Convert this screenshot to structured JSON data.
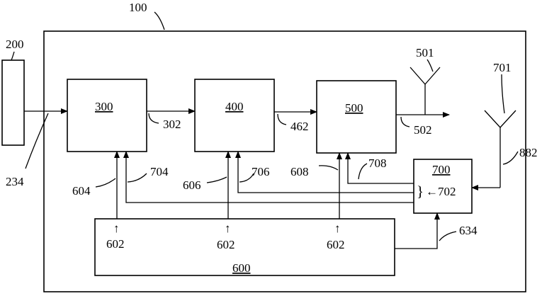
{
  "diagram": {
    "labels": {
      "system": "100",
      "external_device": "200",
      "block_a": "300",
      "block_b": "400",
      "block_c": "500",
      "block_d": "600",
      "block_e": "700",
      "antenna_left": "501",
      "antenna_right": "701",
      "link_234": "234",
      "out_302": "302",
      "out_462": "462",
      "out_502": "502",
      "sig_604": "604",
      "sig_606": "606",
      "sig_608": "608",
      "sig_704": "704",
      "sig_706": "706",
      "sig_708": "708",
      "sig_602": "602",
      "sig_634": "634",
      "sig_702": "702",
      "sig_882": "882"
    }
  }
}
